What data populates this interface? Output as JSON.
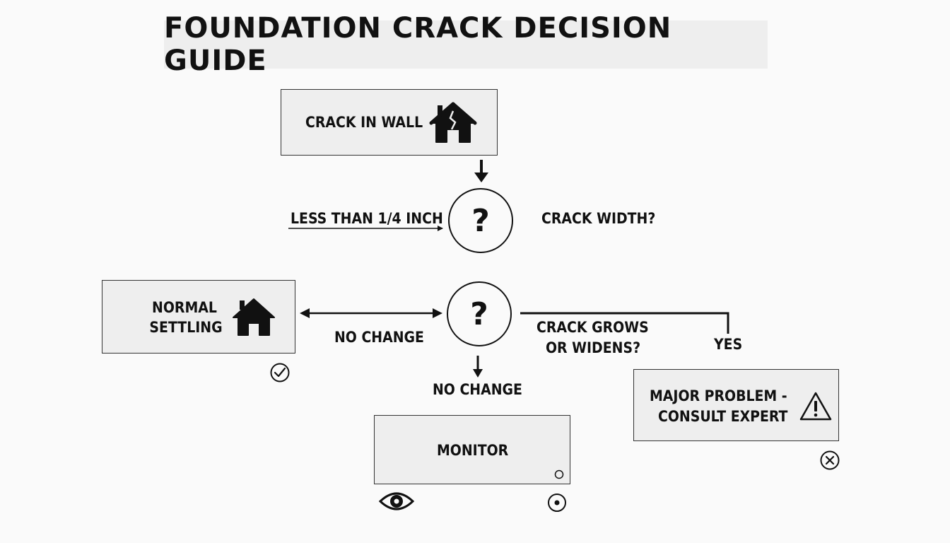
{
  "title": "FOUNDATION CRACK DECISION GUIDE",
  "nodes": {
    "start": {
      "label": "CRACK IN WALL",
      "icon": "cracked-house-icon"
    },
    "decision_width": {
      "symbol": "?",
      "question": "CRACK WIDTH?",
      "branch_label": "LESS THAN 1/4 INCH"
    },
    "decision_growth": {
      "symbol": "?",
      "question_line1": "CRACK GROWS",
      "question_line2": "OR WIDENS?"
    },
    "normal": {
      "label_line1": "NORMAL",
      "label_line2": "SETTLING",
      "icon": "house-icon",
      "badge": "check-circle-icon"
    },
    "monitor": {
      "label": "MONITOR",
      "icons": [
        "eye-icon",
        "target-icon"
      ]
    },
    "major": {
      "label_line1": "MAJOR PROBLEM -",
      "label_line2": "CONSULT EXPERT",
      "icon": "warning-icon",
      "badge": "x-circle-icon"
    }
  },
  "edges": {
    "to_normal_label": "NO CHANGE",
    "to_monitor_label": "NO CHANGE",
    "to_major_label": "YES"
  },
  "colors": {
    "background": "#fafafa",
    "box_fill": "#eeeeee",
    "stroke": "#111111"
  }
}
